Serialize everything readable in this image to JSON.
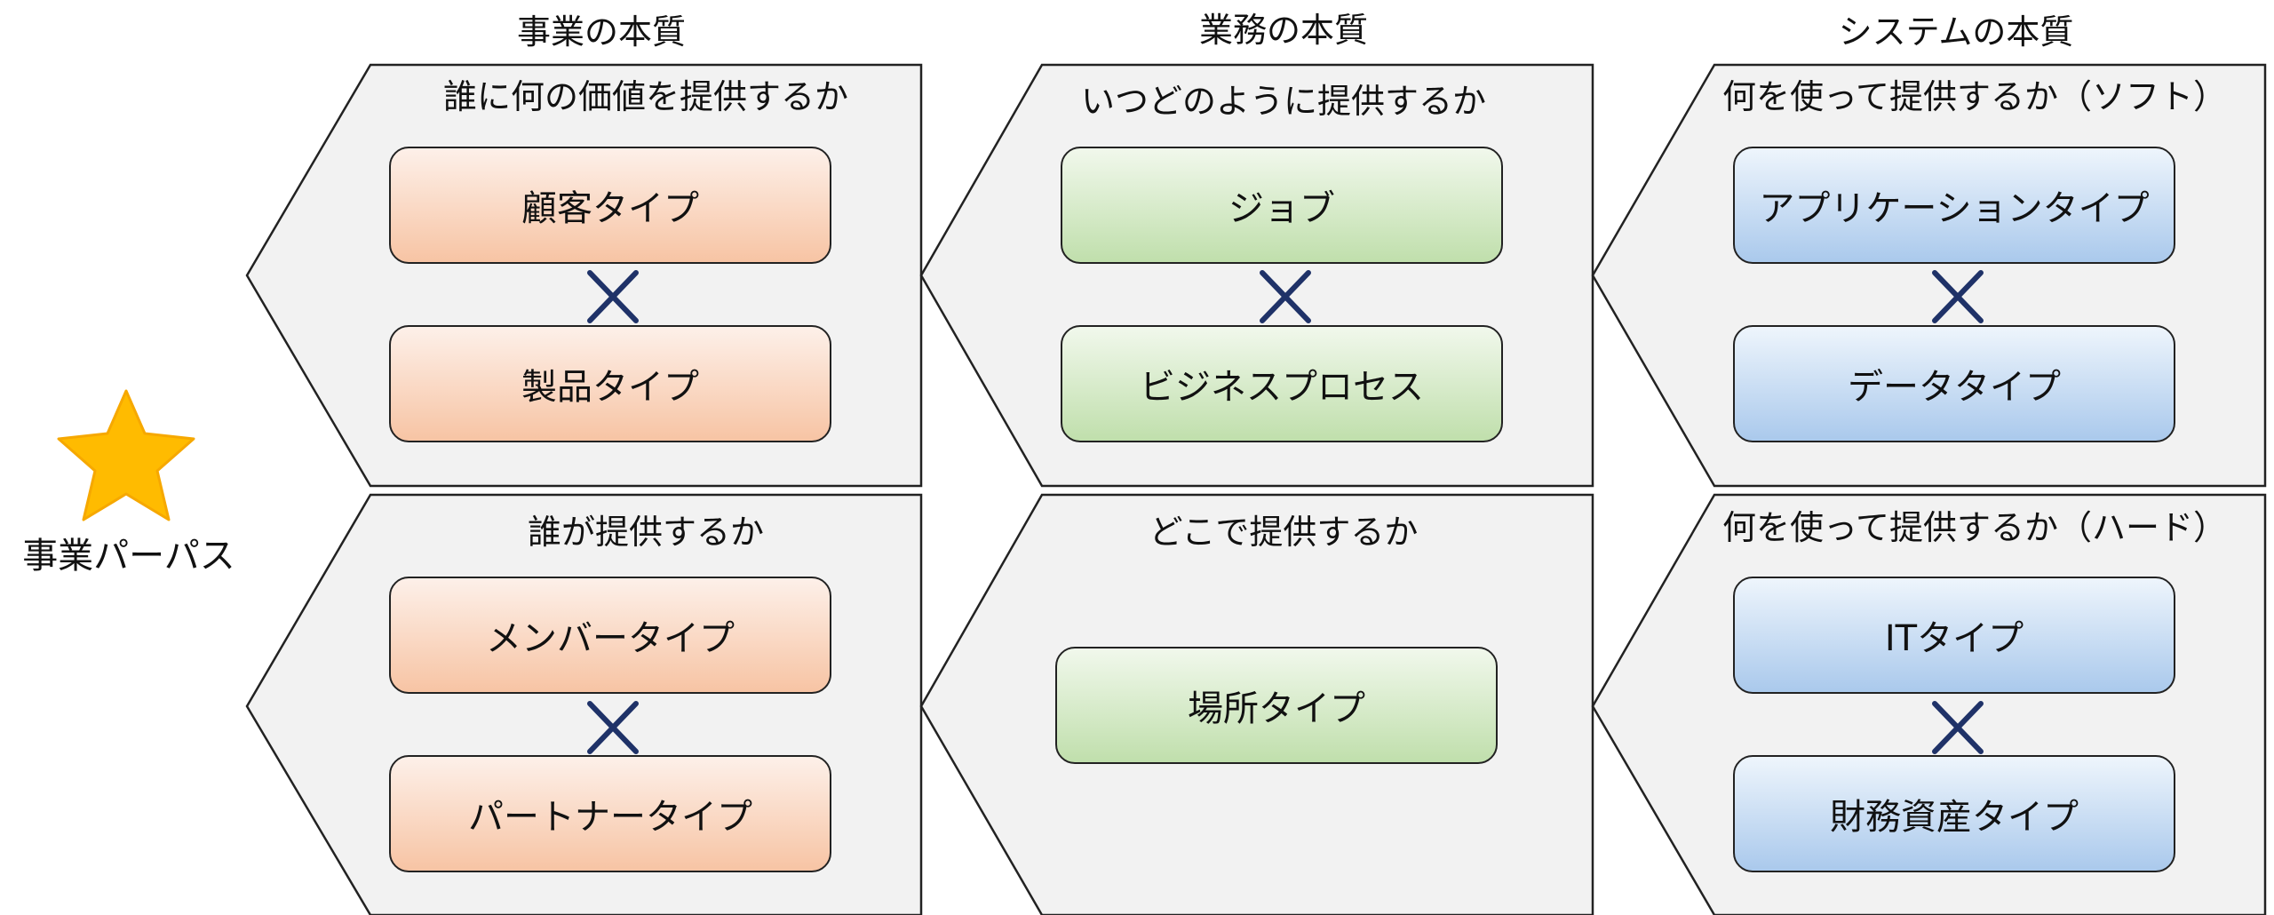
{
  "purpose": {
    "label": "事業パーパス"
  },
  "columns": [
    {
      "header": "事業の本質"
    },
    {
      "header": "業務の本質"
    },
    {
      "header": "システムの本質"
    }
  ],
  "panels": {
    "business_top": {
      "title": "誰に何の価値を提供するか",
      "box1": "顧客タイプ",
      "box2": "製品タイプ"
    },
    "business_bottom": {
      "title": "誰が提供するか",
      "box1": "メンバータイプ",
      "box2": "パートナータイプ"
    },
    "operations_top": {
      "title": "いつどのように提供するか",
      "box1": "ジョブ",
      "box2": "ビジネスプロセス"
    },
    "operations_bottom": {
      "title": "どこで提供するか",
      "box1": "場所タイプ"
    },
    "system_top": {
      "title": "何を使って提供するか（ソフト）",
      "box1": "アプリケーションタイプ",
      "box2": "データタイプ"
    },
    "system_bottom": {
      "title": "何を使って提供するか（ハード）",
      "box1": "ITタイプ",
      "box2": "財務資産タイプ"
    }
  },
  "colors": {
    "panel_fill": "#f2f2f2",
    "panel_stroke": "#222222",
    "cross": "#1f3268",
    "star": "#ffbb00",
    "orange_box": "#f7c4a4",
    "green_box": "#c0dfac",
    "blue_box": "#aac9ec"
  },
  "icons": {
    "purpose_icon": "star-icon",
    "combine_icon": "cross-icon"
  }
}
